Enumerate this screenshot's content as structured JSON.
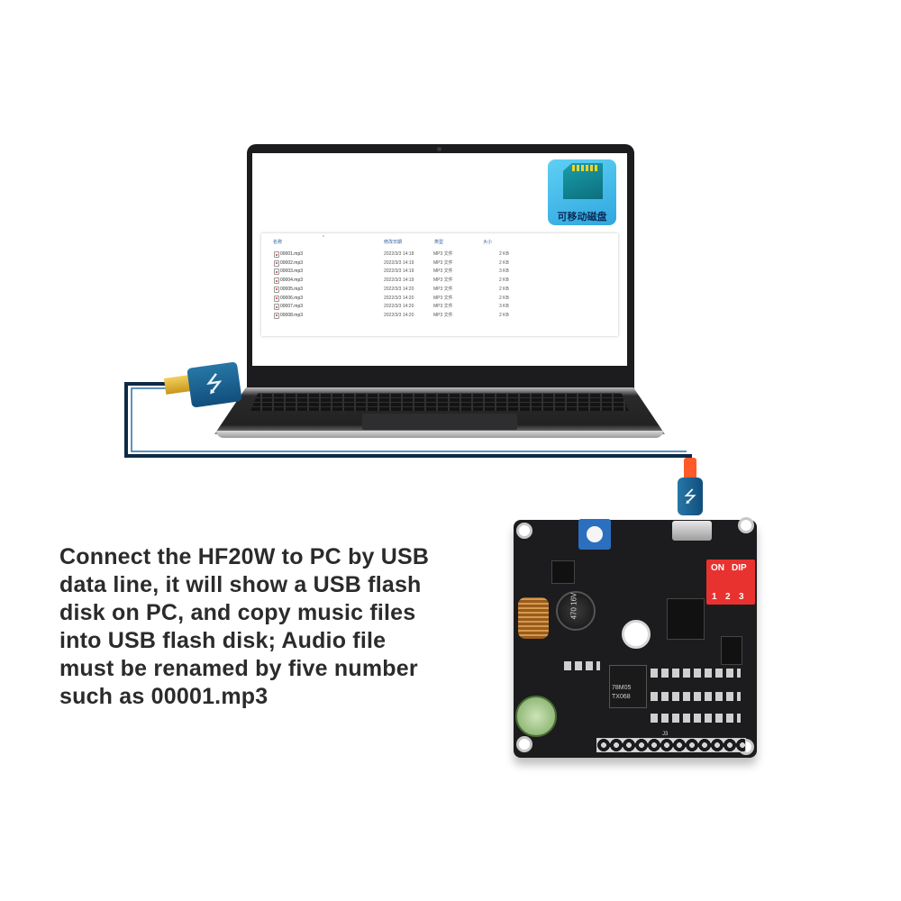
{
  "file_list": {
    "headers": {
      "name": "名称",
      "date": "修改日期",
      "type": "类型",
      "size": "大小"
    },
    "rows": [
      {
        "name": "00001.mp3",
        "date": "2022/3/3 14:18",
        "type": "MP3 文件",
        "size": "2 KB"
      },
      {
        "name": "00002.mp3",
        "date": "2022/3/3 14:19",
        "type": "MP3 文件",
        "size": "2 KB"
      },
      {
        "name": "00003.mp3",
        "date": "2022/3/3 14:19",
        "type": "MP3 文件",
        "size": "3 KB"
      },
      {
        "name": "00004.mp3",
        "date": "2022/3/3 14:19",
        "type": "MP3 文件",
        "size": "2 KB"
      },
      {
        "name": "00005.mp3",
        "date": "2022/3/3 14:20",
        "type": "MP3 文件",
        "size": "2 KB"
      },
      {
        "name": "00006.mp3",
        "date": "2022/3/3 14:20",
        "type": "MP3 文件",
        "size": "2 KB"
      },
      {
        "name": "00007.mp3",
        "date": "2022/3/3 14:20",
        "type": "MP3 文件",
        "size": "3 KB"
      },
      {
        "name": "00008.mp3",
        "date": "2022/3/3 14:20",
        "type": "MP3 文件",
        "size": "2 KB"
      }
    ]
  },
  "removable_disk": {
    "label": "可移动磁盘",
    "icon": "sd-card-icon"
  },
  "usb": {
    "symbol": "⭍",
    "icon": "usb-icon"
  },
  "board": {
    "dip_on": "ON",
    "dip_label": "DIP",
    "dip_numbers": [
      "1",
      "2",
      "3"
    ],
    "cap_marking": "470 16V",
    "regulator_marking": [
      "78M05",
      "TX068"
    ],
    "header_label": "J3"
  },
  "caption": {
    "lines": [
      "Connect the HF20W to PC by USB",
      "data line, it will show a USB flash",
      "disk on PC,  and copy music files",
      "into USB flash disk;  Audio file",
      "must be renamed by five number",
      "such as 00001.mp3"
    ]
  },
  "colors": {
    "cable": "#0e2a45",
    "usb_plug": "#1d6596",
    "usb_tip": "#e0b23a",
    "dip_switch": "#e8322f",
    "disk_tile": "#43bdea"
  }
}
